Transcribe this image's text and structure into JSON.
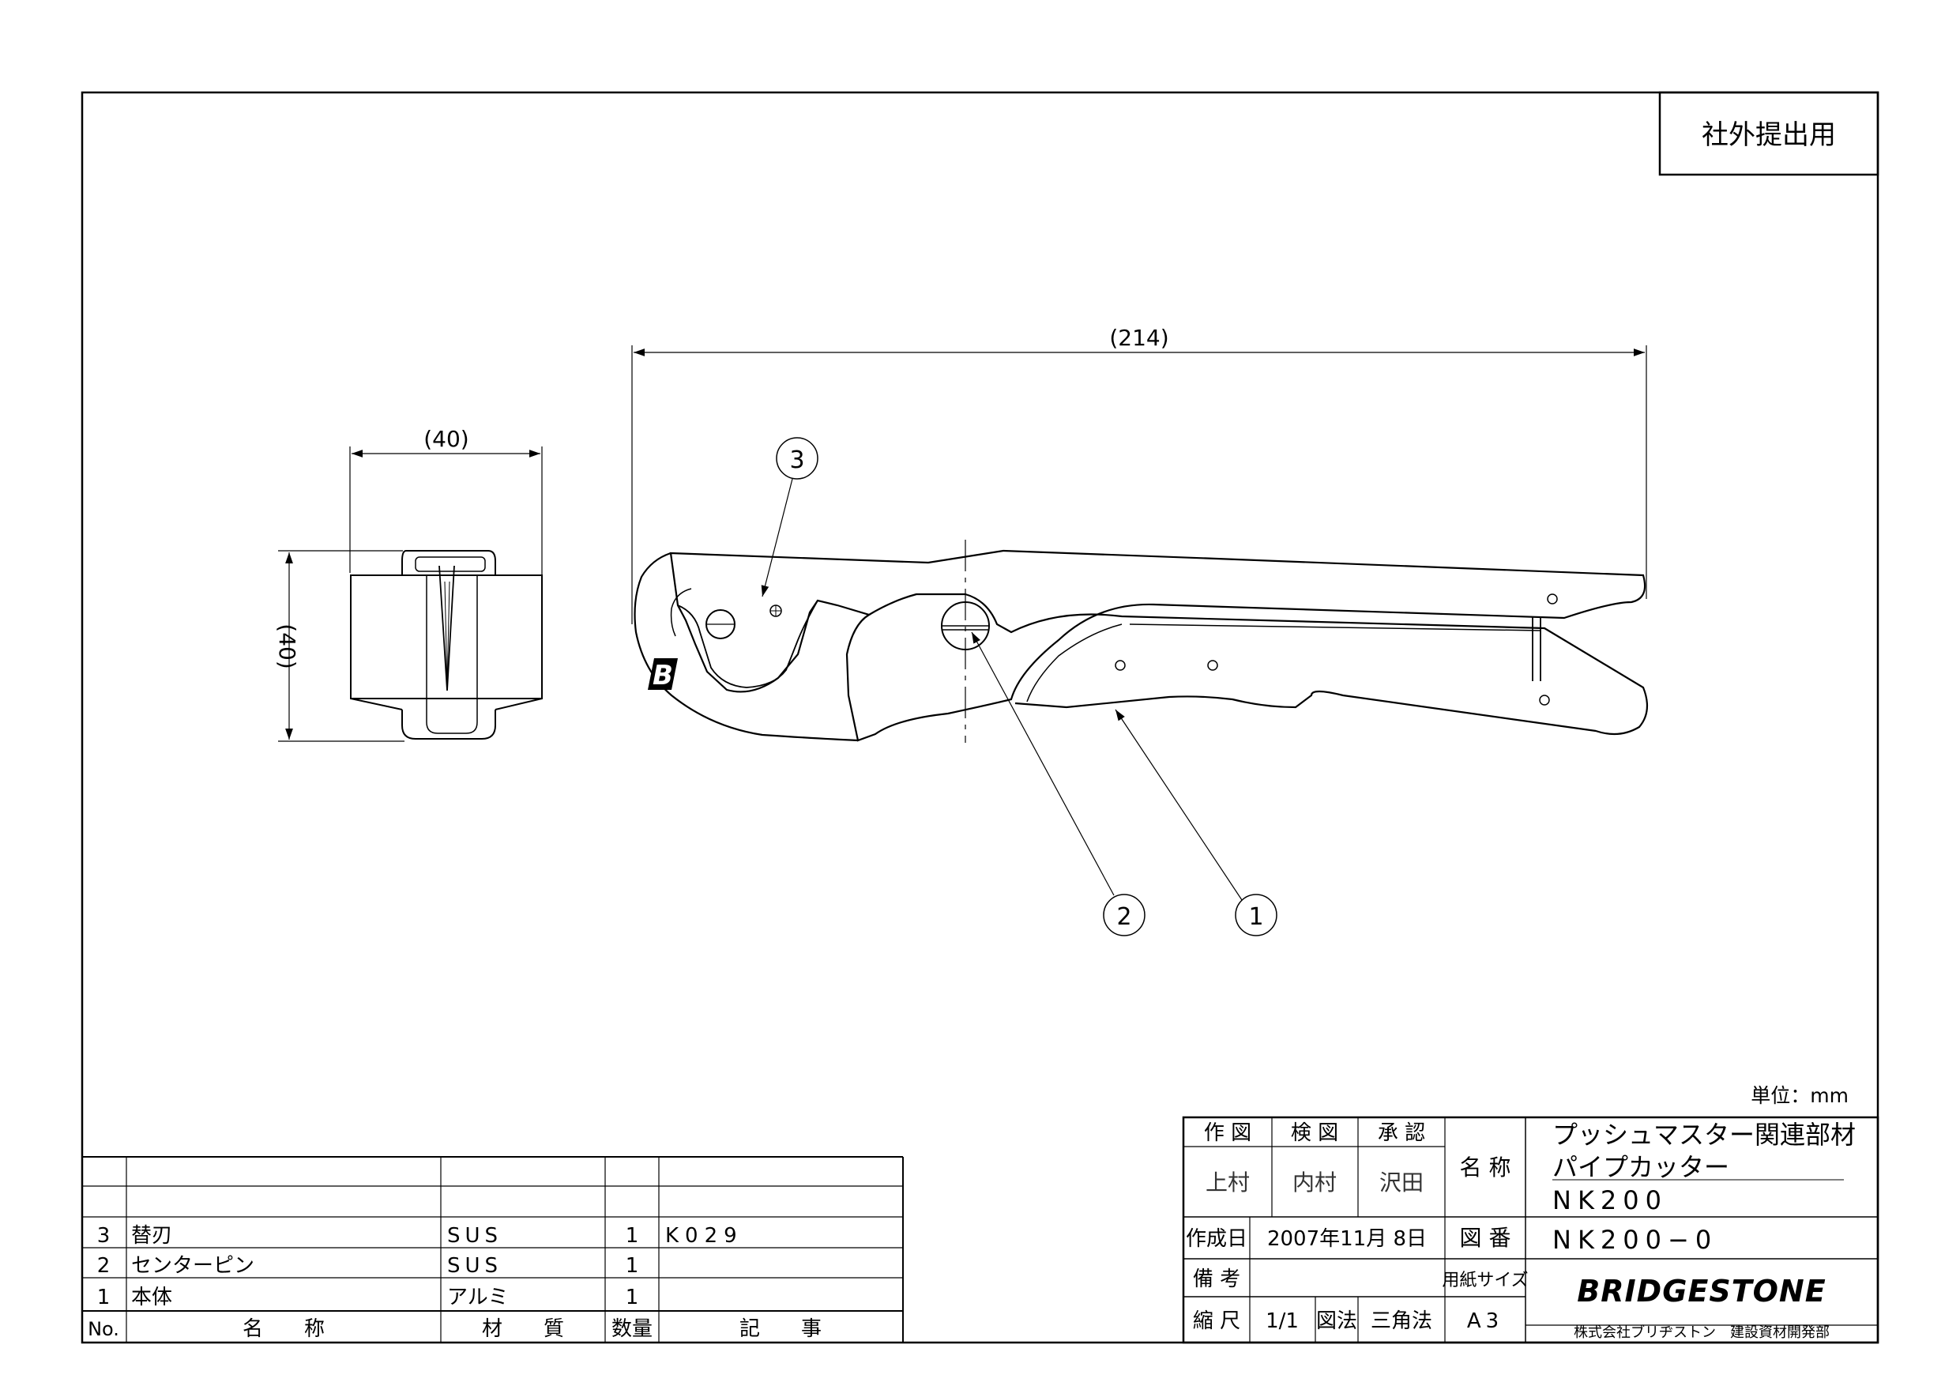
{
  "stamp": "社外提出用",
  "dimensions": {
    "overall_length": "(214)",
    "side_width": "(40)",
    "side_height": "(40)"
  },
  "balloons": [
    "1",
    "2",
    "3"
  ],
  "logo_mark": "B",
  "unit_label": "単位：mm",
  "parts": {
    "headers": [
      "No.",
      "名　　称",
      "材　　質",
      "数量",
      "記　　事"
    ],
    "rows": [
      {
        "no": "3",
        "name": "替刃",
        "material": "SUS",
        "qty": "1",
        "note": "K029"
      },
      {
        "no": "2",
        "name": "センターピン",
        "material": "SUS",
        "qty": "1",
        "note": ""
      },
      {
        "no": "1",
        "name": "本体",
        "material": "アルミ",
        "qty": "1",
        "note": ""
      }
    ]
  },
  "title_block": {
    "drawn_label": "作 図",
    "checked_label": "検 図",
    "approved_label": "承 認",
    "drawn_by": "上村",
    "checked_by": "内村",
    "approved_by": "沢田",
    "name_label": "名 称",
    "name_line1": "プッシュマスター関連部材",
    "name_line2": "パイプカッター",
    "name_line3": "NK200",
    "date_label": "作成日",
    "date_value": "2007年11月 8日",
    "drawing_no_label": "図 番",
    "drawing_no": "NK200−0",
    "remarks_label": "備 考",
    "paper_size_label": "用紙サイズ",
    "scale_label": "縮 尺",
    "scale_value": "1/1",
    "projection_label": "図法",
    "projection_value": "三角法",
    "paper_size_value": "A3",
    "logo": "BRIDGESTONE",
    "company": "株式会社ブリヂストン　建設資材開発部"
  }
}
